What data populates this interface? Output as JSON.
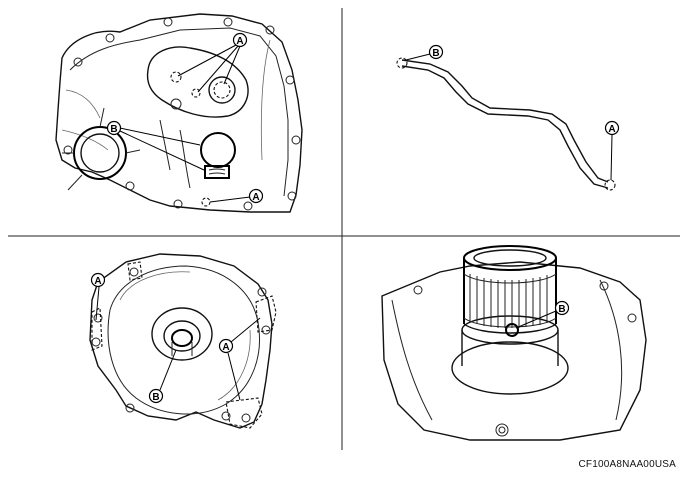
{
  "figure": {
    "code": "CF100A8NAA00USA",
    "callout_labels": {
      "a": "A",
      "b": "B"
    }
  },
  "colors": {
    "line": "#000000",
    "background": "#ffffff"
  }
}
